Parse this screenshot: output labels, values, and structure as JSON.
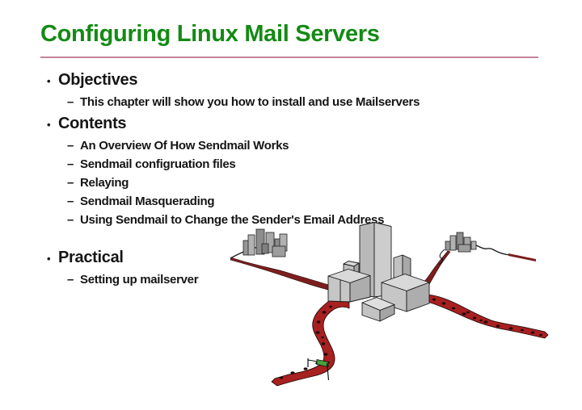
{
  "slide": {
    "title": "Configuring Linux Mail Servers",
    "title_color": "#148a14",
    "divider_color": "#c4849a",
    "background_color": "#ffffff",
    "text_color": "#151515"
  },
  "content": {
    "l1_bullet": "•",
    "l2_bullet": "–",
    "sections": [
      {
        "heading": "Objectives",
        "items": [
          "This chapter will show you how to install and use Mailservers"
        ]
      },
      {
        "heading": "Contents",
        "items": [
          "An Overview Of How Sendmail Works",
          "Sendmail configruation files",
          "Relaying",
          "Sendmail Masquerading",
          "Using Sendmail to Change the Sender's Email Address"
        ]
      },
      {
        "heading": "Practical",
        "items": [
          "Setting up mailserver"
        ]
      }
    ]
  },
  "illustration": {
    "alt": "Clipart of a city of gray skyscrapers with speckled red roads radiating to smaller towns and a small green road sign",
    "road_color": "#a82020",
    "thin_road_color": "#7c1e1e",
    "building_top_color": "#d9d9d9",
    "building_front_color": "#c6c6c6",
    "building_side_color": "#adadad",
    "sign_color": "#44a33c"
  }
}
